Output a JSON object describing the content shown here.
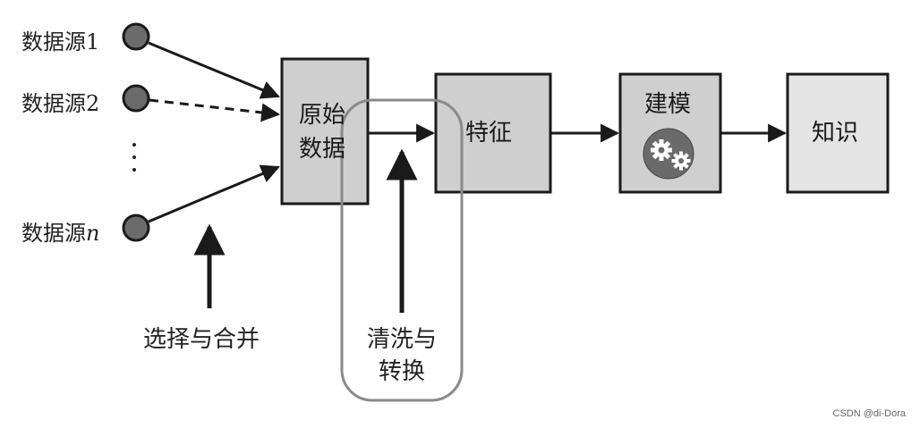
{
  "sources": [
    {
      "label": "数据源1"
    },
    {
      "label": "数据源2"
    },
    {
      "label": "数据源",
      "suffix": "n"
    }
  ],
  "boxes": {
    "raw": {
      "line1": "原始",
      "line2": "数据"
    },
    "feature": {
      "label": "特征"
    },
    "model": {
      "label": "建模"
    },
    "knowledge": {
      "label": "知识"
    }
  },
  "captions": {
    "select_merge": "选择与合并",
    "clean_line1": "清洗与",
    "clean_line2": "转换"
  },
  "icons": {
    "model": "gears-icon"
  },
  "colors": {
    "box_fill": "#cfcfcf",
    "knowledge_fill": "#e4e4e4",
    "node_fill": "#6b6b6b",
    "stroke": "#1a1a1a",
    "highlight_stroke": "#8a8a8a"
  },
  "watermark": "CSDN @di-Dora"
}
